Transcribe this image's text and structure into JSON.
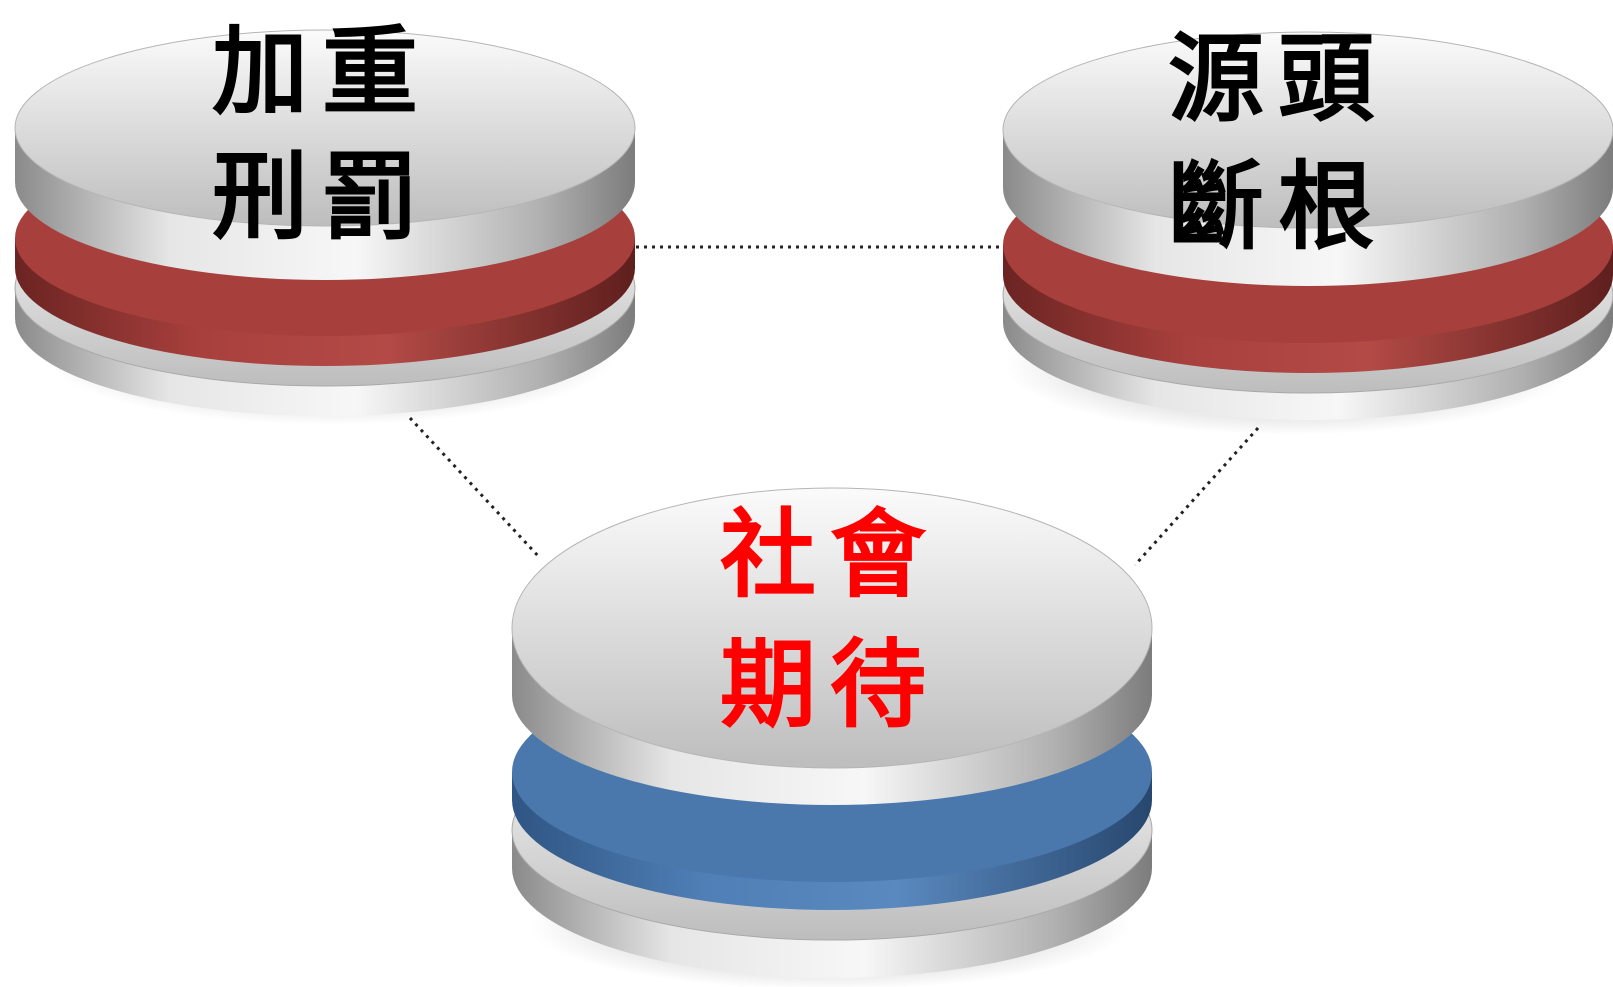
{
  "colors": {
    "background": "#ffffff",
    "connector": "#222222",
    "disk_silver_light": "#f2f2f2",
    "disk_silver_dark": "#8f8f8f",
    "red_band": "#9e3b39",
    "red_band_dark": "#6b2422",
    "blue_band": "#4a78ad",
    "blue_band_dark": "#2f5583",
    "label_black": "#000000",
    "label_red": "#ff0000"
  },
  "nodes": [
    {
      "id": "punishment",
      "band": "red",
      "label_color": "#000000",
      "lines": [
        "加重",
        "刑罰"
      ]
    },
    {
      "id": "root",
      "band": "red",
      "label_color": "#000000",
      "lines": [
        "源頭",
        "斷根"
      ]
    },
    {
      "id": "society",
      "band": "blue",
      "label_color": "#ff0000",
      "lines": [
        "社會",
        "期待"
      ]
    }
  ],
  "connectors": [
    {
      "from": "punishment",
      "to": "root",
      "style": "dotted"
    },
    {
      "from": "punishment",
      "to": "society",
      "style": "dotted"
    },
    {
      "from": "root",
      "to": "society",
      "style": "dotted"
    }
  ]
}
